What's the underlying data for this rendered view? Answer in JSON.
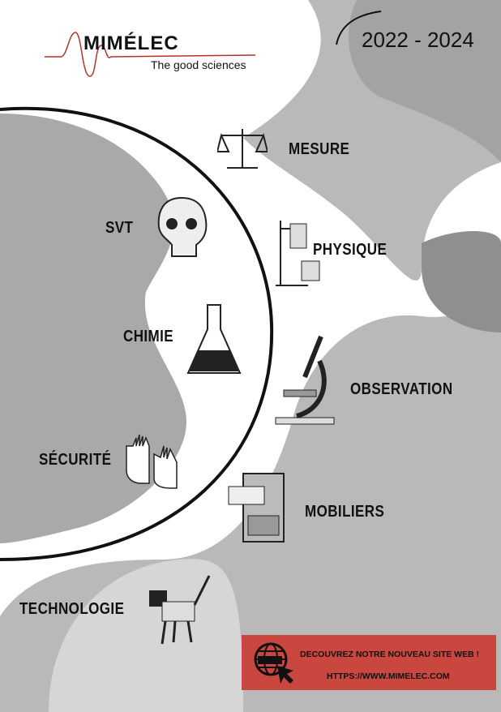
{
  "header": {
    "brand": "MIMÉLEC",
    "tagline": "The good sciences",
    "years": "2022 - 2024"
  },
  "categories": [
    {
      "label": "MESURE",
      "icon": "scale-icon"
    },
    {
      "label": "SVT",
      "icon": "skull-icon"
    },
    {
      "label": "PHYSIQUE",
      "icon": "lab-stand-icon"
    },
    {
      "label": "CHIMIE",
      "icon": "flask-icon"
    },
    {
      "label": "OBSERVATION",
      "icon": "microscope-icon"
    },
    {
      "label": "SÉCURITÉ",
      "icon": "gloves-icon"
    },
    {
      "label": "MOBILIERS",
      "icon": "filing-cabinet-icon"
    },
    {
      "label": "TECHNOLOGIE",
      "icon": "robot-dog-icon"
    }
  ],
  "banner": {
    "headline": "DECOUVREZ NOTRE NOUVEAU SITE WEB !",
    "url": "HTTPS://WWW.MIMELEC.COM",
    "icon": "www-globe-icon",
    "color": "#c9473f"
  }
}
